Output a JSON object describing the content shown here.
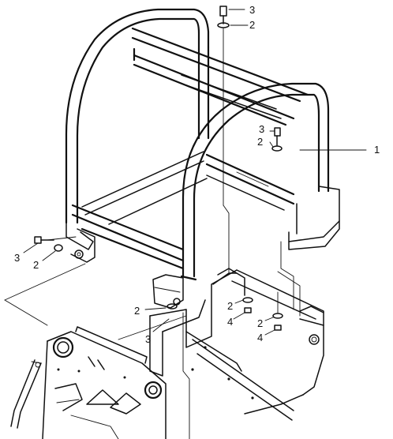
{
  "callouts": {
    "c1": "1",
    "c2a": "2",
    "c3a": "3",
    "c2b": "2",
    "c3b": "3",
    "c2c": "2",
    "c3c": "3",
    "c2d": "2",
    "c3d": "3",
    "c2e": "2",
    "c4a": "4",
    "c2f": "2",
    "c4b": "4"
  },
  "colors": {
    "ink": "#111111",
    "paper": "#ffffff"
  }
}
